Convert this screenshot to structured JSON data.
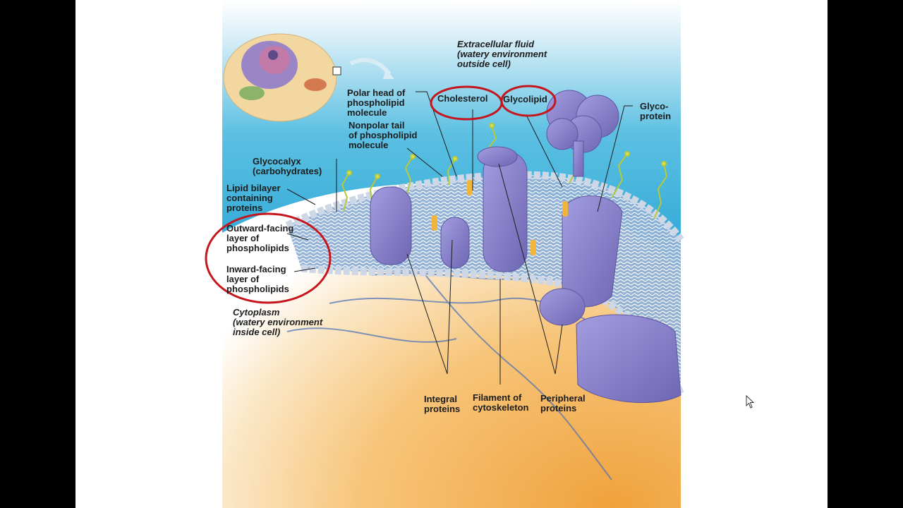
{
  "labels": {
    "extracellular": "Extracellular fluid\n(watery environment\noutside cell)",
    "polar_head": "Polar head of\nphospholipid\nmolecule",
    "cholesterol": "Cholesterol",
    "glycolipid": "Glycolipid",
    "glycoprotein": "Glyco-\nprotein",
    "nonpolar_tail": "Nonpolar tail\nof phospholipid\nmolecule",
    "glycocalyx": "Glycocalyx\n(carbohydrates)",
    "lipid_bilayer": "Lipid bilayer\ncontaining\nproteins",
    "outward_layer": "Outward-facing\nlayer of\nphospholipids",
    "inward_layer": "Inward-facing\nlayer of\nphospholipids",
    "cytoplasm": "Cytoplasm\n(watery environment\ninside cell)",
    "integral": "Integral\nproteins",
    "filament": "Filament of\ncytoskeleton",
    "peripheral": "Peripheral\nproteins"
  },
  "colors": {
    "water": "#3fb3dc",
    "cytoplasm": "#f5b85a",
    "protein": "#8d86c9",
    "phospholipid_head": "#cdd7e6",
    "highlight_circle": "#c4161c"
  }
}
